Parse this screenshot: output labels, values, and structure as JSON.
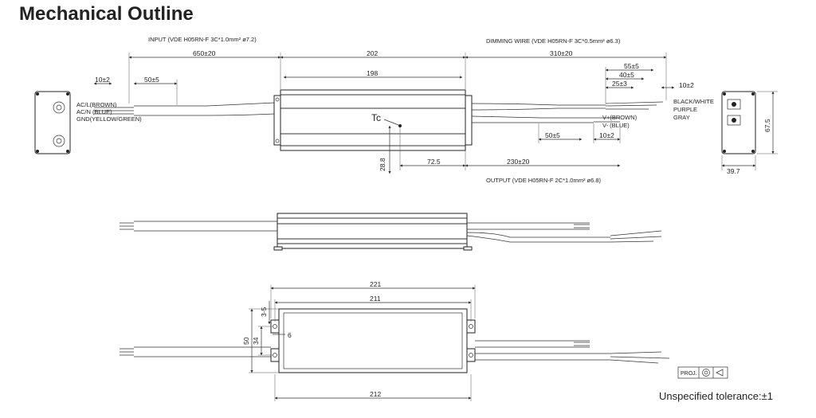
{
  "title": "Mechanical Outline",
  "top_view": {
    "input_label": "INPUT (VDE H05RN-F 3C*1.0mm² ø7.2)",
    "dimming_label": "DIMMING WIRE (VDE H05RN-F 3C*0.5mm² ø6.3)",
    "output_label": "OUTPUT (VDE H05RN-F 2C*1.0mm² ø6.8)",
    "input_wires": [
      "AC/L(BROWN)",
      "AC/N (BLUE)",
      "GND(YELLOW/GREEN)"
    ],
    "dimming_wires": [
      "BLACK/WHITE",
      "PURPLE",
      "GRAY"
    ],
    "output_wires": [
      "V+(BROWN)",
      "V- (BLUE)"
    ],
    "tc_label": "Tc",
    "dims": {
      "input_cable": "650±20",
      "body_overall": "202",
      "body_inner": "198",
      "dimming_cable": "310±20",
      "input_strip": "10±2",
      "input_jacket": "50±5",
      "dim_55": "55±5",
      "dim_40": "40±5",
      "dim_25": "25±3",
      "dim_strip": "10±2",
      "out_jacket": "50±5",
      "out_strip": "10±2",
      "tc_height": "28.8",
      "tc_pos": "72.5",
      "output_cable": "230±20",
      "end_height": "67.5",
      "end_width": "39.7"
    }
  },
  "bottom_view": {
    "dims": {
      "d221": "221",
      "d211": "211",
      "d212": "212",
      "d50": "50",
      "d34": "34",
      "d35": "3-5",
      "d6": "6"
    }
  },
  "proj_label": "PROJ.",
  "tolerance": "Unspecified tolerance:±1"
}
